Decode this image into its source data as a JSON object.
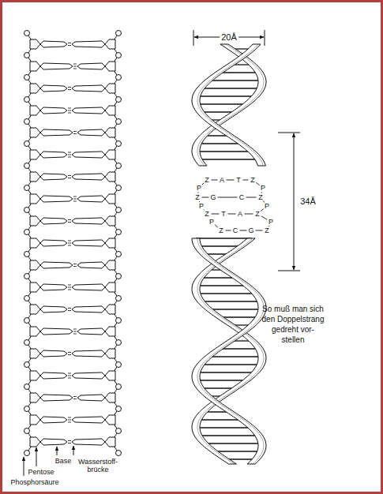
{
  "diagram": {
    "caption": "So muß man sich den Doppelstrang gedreht vor- stellen",
    "labels": [
      "20Å",
      "34Å",
      "Z",
      "A",
      "T",
      "Z",
      "P",
      "P",
      "Z",
      "G",
      "C",
      "Z",
      "P",
      "P",
      "Z",
      "T",
      "A",
      "Z",
      "P",
      "P",
      "Z",
      "C",
      "G",
      "Z",
      "Base",
      "Wasserstoff- brücke",
      "Pentose",
      "Phosphorsäure"
    ]
  }
}
